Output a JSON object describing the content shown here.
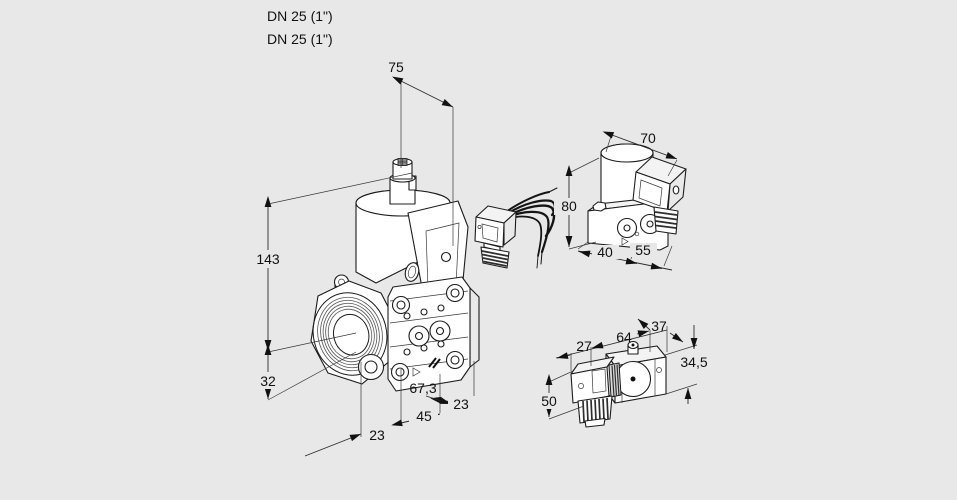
{
  "page": {
    "background": "#e8e8e8",
    "line_color": "#1c1c1c",
    "title_line1": "DN 25 (1\")",
    "title_line2": "DN 25 (1\")"
  },
  "dims": {
    "d75": "75",
    "d143": "143",
    "d32": "32",
    "d23_bottom": "23",
    "d45": "45",
    "d67_3": "67,3",
    "d23_right": "23",
    "d70": "70",
    "d80": "80",
    "d40": "40",
    "d55": "55",
    "d27": "27",
    "d64": "64",
    "d37": "37",
    "d34_5": "34,5",
    "d50": "50"
  }
}
